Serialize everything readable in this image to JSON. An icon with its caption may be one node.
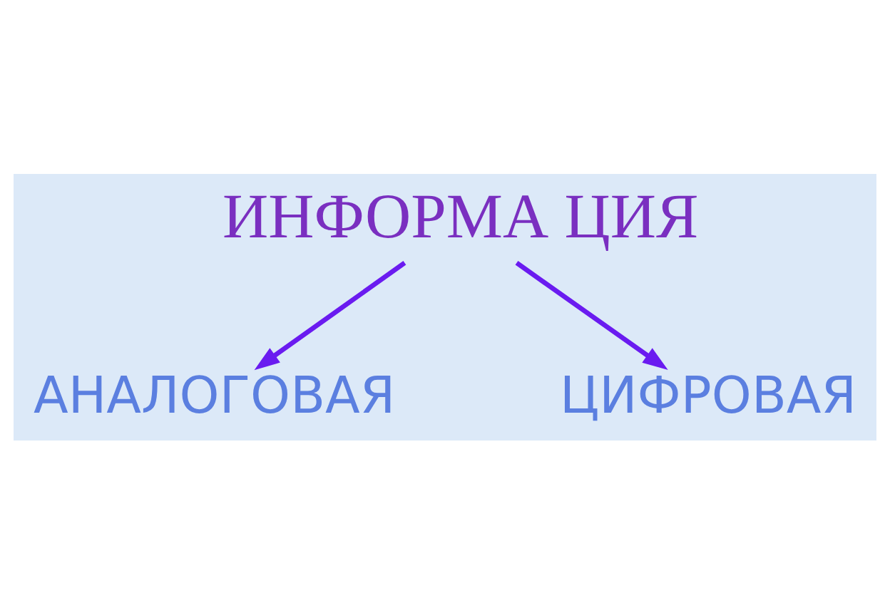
{
  "diagram": {
    "nodes": [
      {
        "text": [
          "ИНФОРМА ЦИЯ"
        ]
      },
      {
        "text": [
          "АНАЛОГОВАЯ"
        ]
      },
      {
        "text": [
          "ЦИФРОВАЯ"
        ]
      }
    ],
    "edges": [
      {
        "from": 0,
        "to": 1,
        "arrow": "to"
      },
      {
        "from": 0,
        "to": 2,
        "arrow": "to"
      }
    ]
  }
}
